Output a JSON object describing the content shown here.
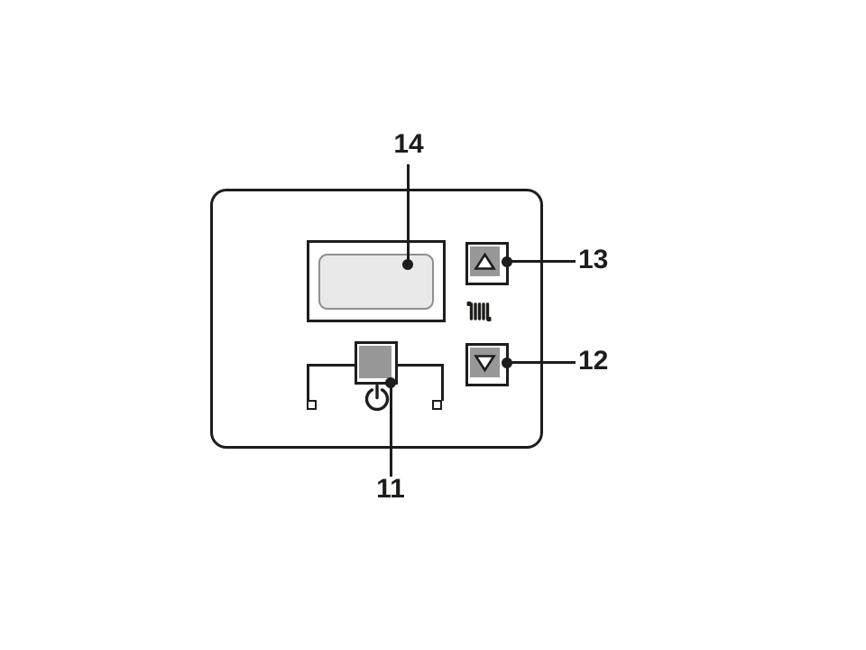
{
  "figure": {
    "type": "control-panel-illustration",
    "colors": {
      "background": "#ffffff",
      "line": "#1d1d1b",
      "button_fill": "#989898",
      "display_fill": "#e9e9e9",
      "display_border": "#8f8f8f"
    }
  },
  "panel": {
    "display": {
      "callout": "14"
    },
    "up_button": {
      "callout": "13",
      "icon": "triangle-up-icon"
    },
    "down_button": {
      "callout": "12",
      "icon": "triangle-down-icon"
    },
    "power_button": {
      "callout": "11",
      "icon": "power-icon"
    },
    "heating_indicator": {
      "icon": "radiator-icon"
    }
  }
}
